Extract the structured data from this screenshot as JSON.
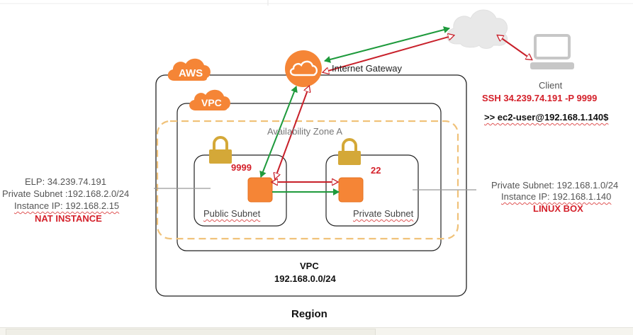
{
  "diagram": {
    "aws_badge": "AWS",
    "vpc_badge": "VPC",
    "availability_zone": "Availability Zone A",
    "internet_gateway_label": "Internet Gateway",
    "public_subnet_label": "Public Subnet",
    "private_subnet_label": "Private Subnet",
    "public_port": "9999",
    "private_port": "22",
    "vpc_title": "VPC",
    "vpc_cidr": "192.168.0.0/24",
    "region_label": "Region",
    "client": {
      "label": "Client",
      "ssh_command": "SSH 34.239.74.191 -P 9999",
      "ssh_user": ">> ec2-user@192.168.1.140$"
    },
    "nat_instance": {
      "elp": "ELP: 34.239.74.191",
      "private_subnet": "Private Subnet :192.168.2.0/24",
      "instance_ip": "Instance IP: 192.168.2.15",
      "title": "NAT INSTANCE"
    },
    "linux_box": {
      "private_subnet": "Private Subnet: 192.168.1.0/24",
      "instance_ip": "Instance IP: 192.168.1.140",
      "title": "LINUX BOX"
    }
  },
  "colors": {
    "aws_orange": "#f58536",
    "zone_dash": "#f0c27a",
    "lock_gold": "#d4a838",
    "green_arrow": "#1e9a3c",
    "red_arrow": "#c8202a",
    "label_red": "#d4202a",
    "cloud_gray": "#e6e6e6"
  },
  "icons": [
    "aws-cloud-icon",
    "vpc-cloud-icon",
    "internet-gateway-icon",
    "internet-cloud-icon",
    "client-computer-icon",
    "lock-icon",
    "ec2-instance-icon"
  ]
}
